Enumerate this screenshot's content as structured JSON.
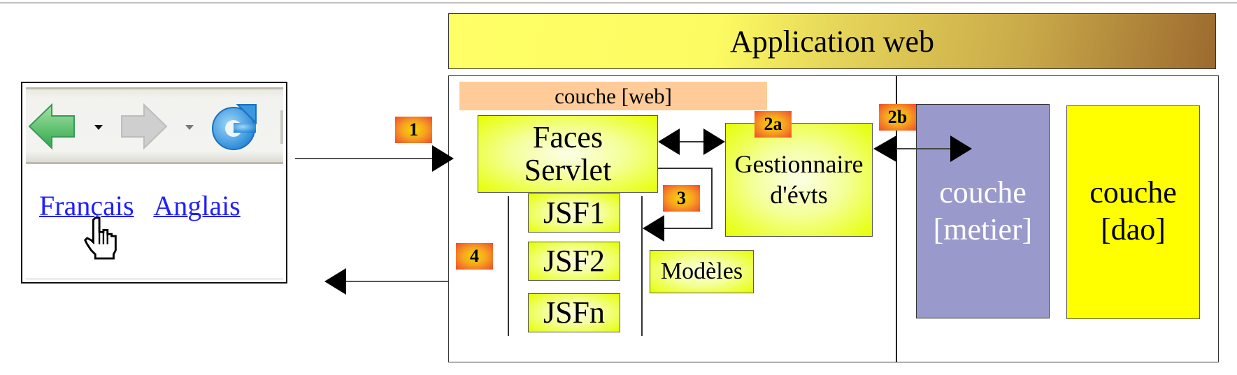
{
  "browser": {
    "toolbar": {
      "back_icon": "back-arrow-icon",
      "back_dropdown_icon": "dropdown-arrow-icon",
      "forward_icon": "forward-arrow-icon",
      "forward_dropdown_icon": "dropdown-arrow-icon",
      "reload_icon": "reload-icon"
    },
    "links": [
      {
        "label": "Français"
      },
      {
        "label": "Anglais"
      }
    ],
    "cursor_icon": "hand-pointer-icon",
    "link_color": "#2020ff"
  },
  "diagram": {
    "title": "Application web",
    "web_layer": {
      "label": "couche [web]",
      "faces_servlet": [
        "Faces",
        "Servlet"
      ],
      "views": [
        "JSF1",
        "JSF2",
        "JSFn"
      ],
      "event_handler": [
        "Gestionnaire",
        "d'évts"
      ],
      "models": "Modèles"
    },
    "business_layer": [
      "couche",
      "[metier]"
    ],
    "dao_layer": [
      "couche",
      "[dao]"
    ],
    "steps": {
      "s1": "1",
      "s2a": "2a",
      "s2b": "2b",
      "s3": "3",
      "s4": "4"
    },
    "colors": {
      "web_band": "#ffcc99",
      "component": "#e6ff00",
      "business": "#9999cc",
      "dao": "#ffff00",
      "title_start": "#ffff66",
      "title_end": "#9c6a2f"
    }
  }
}
